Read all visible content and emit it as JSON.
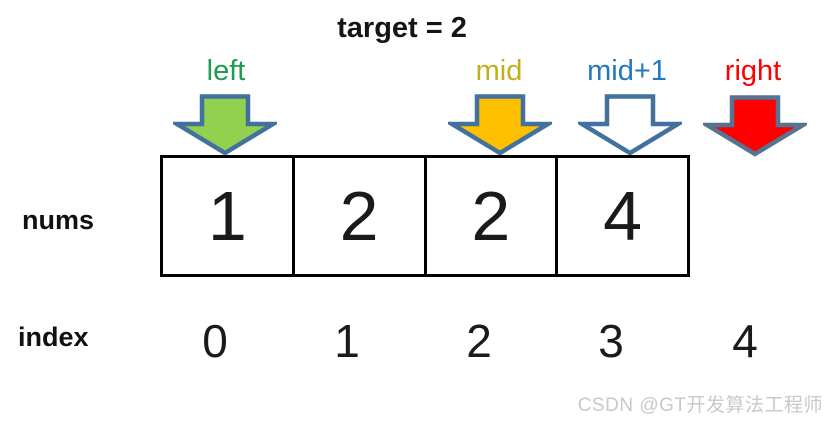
{
  "title": "target = 2",
  "pointers": [
    {
      "label": "left",
      "label_color": "#1f9b52",
      "arrow_fill": "#92d050",
      "arrow_stroke": "#41719c"
    },
    {
      "label": "mid",
      "label_color": "#bfb01c",
      "arrow_fill": "#ffc000",
      "arrow_stroke": "#41719c"
    },
    {
      "label": "mid+1",
      "label_color": "#2277bf",
      "arrow_fill": "#ffffff",
      "arrow_stroke": "#41719c"
    },
    {
      "label": "right",
      "label_color": "#fe0000",
      "arrow_fill": "#fe0000",
      "arrow_stroke": "#567391"
    }
  ],
  "nums_row": {
    "label": "nums",
    "values": [
      "1",
      "2",
      "2",
      "4"
    ]
  },
  "index_row": {
    "label": "index",
    "values": [
      "0",
      "1",
      "2",
      "3",
      "4"
    ]
  },
  "watermark": "CSDN @GT开发算法工程师"
}
